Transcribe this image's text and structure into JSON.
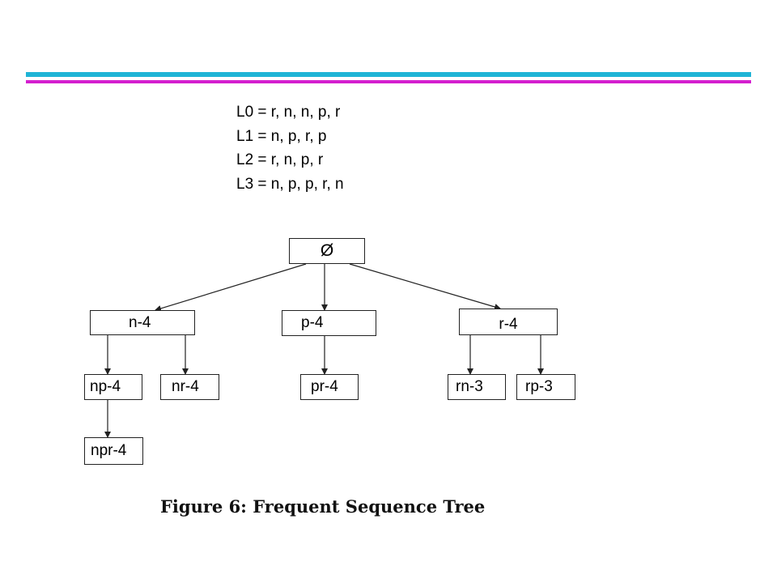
{
  "colors": {
    "bar_top": "#1fb4d6",
    "bar_bottom": "#d41fcf",
    "line": "#222222"
  },
  "sequences": [
    "L0 = r, n, n, p, r",
    "L1 = n, p, r, p",
    "L2 = r, n, p, r",
    "L3 = n, p, p, r, n"
  ],
  "tree": {
    "root": "Ø",
    "level1": [
      "n-4",
      "p-4",
      "r-4"
    ],
    "level2": [
      "np-4",
      "nr-4",
      "pr-4",
      "rn-3",
      "rp-3"
    ],
    "level3": [
      "npr-4"
    ]
  },
  "caption": "Figure 6:  Frequent Sequence Tree"
}
